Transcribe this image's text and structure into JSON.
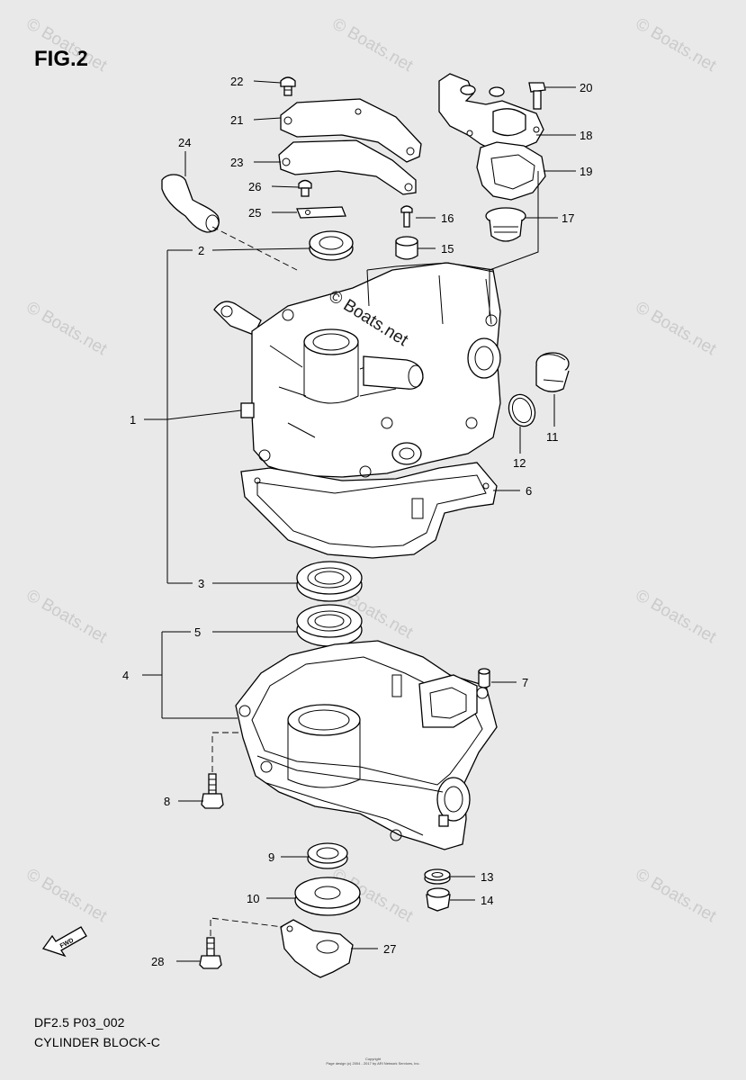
{
  "figure": {
    "title": "FIG.2",
    "model_code": "DF2.5 P03_002",
    "section_name": "CYLINDER BLOCK-C",
    "copyright_line1": "Copyright",
    "copyright_line2": "Page design (c) 2004 - 2017 by ARI Network Services, Inc.",
    "direction_label": "FWD"
  },
  "watermark": {
    "text": "© Boats.net",
    "center_text": "© Boats.net"
  },
  "callouts": [
    {
      "id": "c1",
      "label": "1"
    },
    {
      "id": "c2",
      "label": "2"
    },
    {
      "id": "c3",
      "label": "3"
    },
    {
      "id": "c4",
      "label": "4"
    },
    {
      "id": "c5",
      "label": "5"
    },
    {
      "id": "c6",
      "label": "6"
    },
    {
      "id": "c7",
      "label": "7"
    },
    {
      "id": "c8",
      "label": "8"
    },
    {
      "id": "c9",
      "label": "9"
    },
    {
      "id": "c10",
      "label": "10"
    },
    {
      "id": "c11",
      "label": "11"
    },
    {
      "id": "c12",
      "label": "12"
    },
    {
      "id": "c13",
      "label": "13"
    },
    {
      "id": "c14",
      "label": "14"
    },
    {
      "id": "c15",
      "label": "15"
    },
    {
      "id": "c16",
      "label": "16"
    },
    {
      "id": "c17",
      "label": "17"
    },
    {
      "id": "c18",
      "label": "18"
    },
    {
      "id": "c19",
      "label": "19"
    },
    {
      "id": "c20",
      "label": "20"
    },
    {
      "id": "c21",
      "label": "21"
    },
    {
      "id": "c22",
      "label": "22"
    },
    {
      "id": "c23",
      "label": "23"
    },
    {
      "id": "c24",
      "label": "24"
    },
    {
      "id": "c25",
      "label": "25"
    },
    {
      "id": "c26",
      "label": "26"
    },
    {
      "id": "c27",
      "label": "27"
    },
    {
      "id": "c28",
      "label": "28"
    }
  ]
}
